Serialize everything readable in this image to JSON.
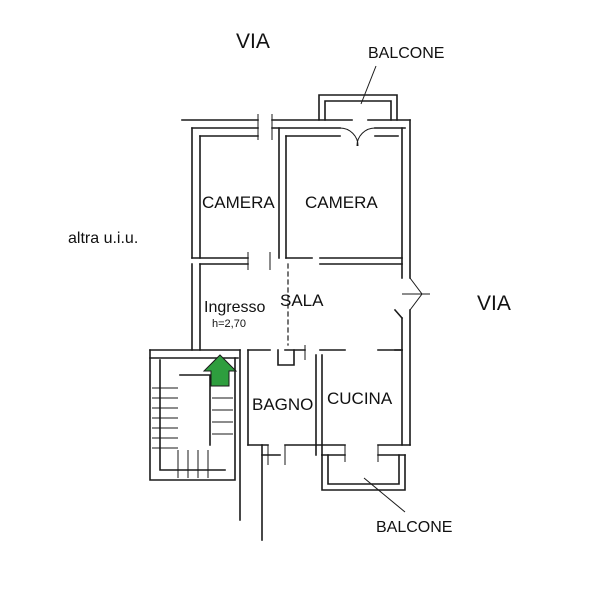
{
  "labels": {
    "street_top": "VIA",
    "street_right": "VIA",
    "balcony_top": "BALCONE",
    "balcony_bottom": "BALCONE",
    "other_unit": "altra u.i.u.",
    "room_camera_left": "CAMERA",
    "room_camera_right": "CAMERA",
    "room_ingresso": "Ingresso",
    "ingresso_height": "h=2,70",
    "room_sala": "SALA",
    "room_bagno": "BAGNO",
    "room_cucina": "CUCINA"
  },
  "colors": {
    "wall": "#1a1a1a",
    "entrance_arrow": "#2e9e3e",
    "background": "#ffffff"
  },
  "icons": {
    "entrance": "up-arrow-house-icon"
  }
}
